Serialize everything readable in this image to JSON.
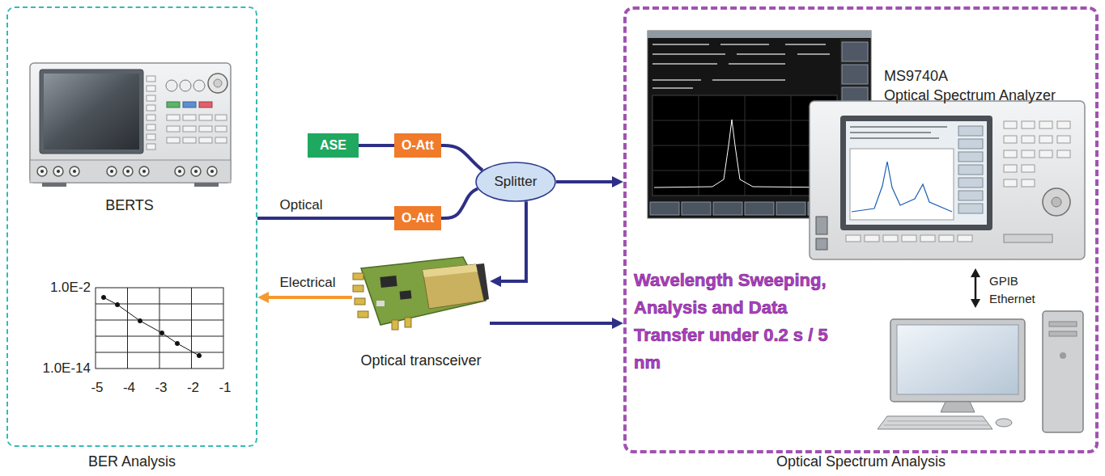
{
  "diagram": {
    "nodes": [
      {
        "text": [
          "BER Analysis"
        ]
      },
      {
        "text": [
          "BERTS"
        ],
        "in": 0
      },
      {
        "text": [
          "ASE"
        ]
      },
      {
        "text": [
          "O-Att"
        ]
      },
      {
        "text": [
          "O-Att"
        ]
      },
      {
        "text": [
          "Splitter"
        ]
      },
      {
        "text": [
          "Optical transceiver"
        ]
      },
      {
        "text": [
          "Optical Spectrum Analysis"
        ]
      },
      {
        "text": [
          "MS9740A",
          "Optical Spectrum Analyzer"
        ],
        "in": 7
      }
    ],
    "edges": [
      {
        "from": 2,
        "to": 3,
        "arrow": "none"
      },
      {
        "from": 3,
        "to": 5,
        "arrow": "none"
      },
      {
        "from": 0,
        "to": 4,
        "label": "Optical",
        "arrow": "none"
      },
      {
        "from": 4,
        "to": 5,
        "arrow": "none"
      },
      {
        "from": 5,
        "to": 7,
        "arrow": "to"
      },
      {
        "from": 5,
        "to": 6,
        "arrow": "to"
      },
      {
        "from": 6,
        "to": 0,
        "label": "Electrical",
        "arrow": "to"
      },
      {
        "from": 6,
        "to": 7,
        "arrow": "to"
      }
    ],
    "labels": [
      "1.0E-2",
      "1.0E-14",
      "-5",
      "-4",
      "-3",
      "-2",
      "-1",
      "GPIB Ethernet",
      "Wavelength Sweeping, Analysis and Data Transfer under 0.2 s / 5 nm"
    ]
  }
}
